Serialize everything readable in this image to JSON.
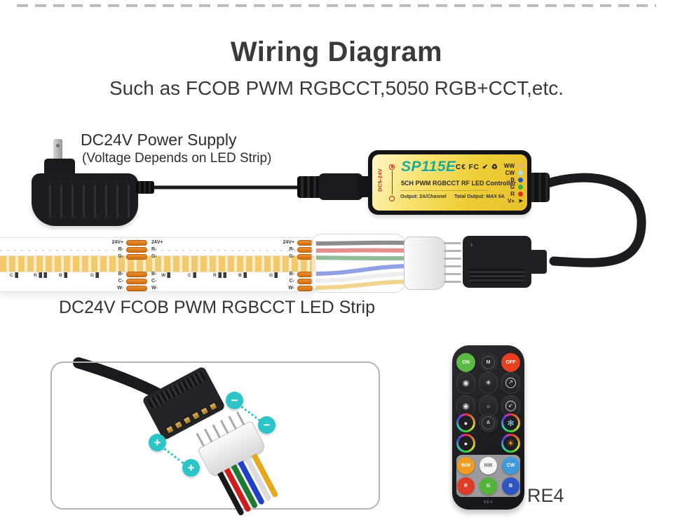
{
  "header": {
    "title": "Wiring Diagram",
    "subtitle": "Such as FCOB PWM RGBCCT,5050 RGB+CCT,etc."
  },
  "power_supply": {
    "label": "DC24V Power Supply",
    "sublabel": "(Voltage Depends on LED Strip)"
  },
  "controller": {
    "model": "SP115E",
    "model_color": "#1ca98d",
    "body_color": "#f2d648",
    "certs": [
      "C€",
      "FC",
      "✔",
      "♻"
    ],
    "name": "5CH PWM RGBCCT RF LED Controller",
    "output_left": "Output: 2A/Channel",
    "output_right": "Total Output: MAX 6A",
    "input_label": "DC5-24V",
    "vplus_icon": "▶",
    "channels": [
      {
        "label": "WW",
        "color": "#e9b77c"
      },
      {
        "label": "CW",
        "color": "#aadeee"
      },
      {
        "label": "B",
        "color": "#1e56c8"
      },
      {
        "label": "G",
        "color": "#3bae47"
      },
      {
        "label": "R",
        "color": "#e02b1f"
      },
      {
        "label": "V+",
        "color": "#111111"
      }
    ]
  },
  "strip": {
    "label": "DC24V FCOB PWM RGBCCT LED Strip",
    "top_pads": [
      "24V+",
      "R-",
      "G-"
    ],
    "bottom_pads": [
      "B-",
      "C-",
      "W-"
    ],
    "marks": [
      "C",
      "R",
      "B",
      "G",
      "W",
      "C",
      "R",
      "B",
      "G"
    ],
    "pad_color": "#dd7a1c",
    "wires": [
      {
        "name": "24V+",
        "color": "#1a1a1a"
      },
      {
        "name": "R-",
        "color": "#cf1d1d"
      },
      {
        "name": "G-",
        "color": "#1d7a2e"
      },
      {
        "name": "B-",
        "color": "#2040c8"
      },
      {
        "name": "C-",
        "color": "#dcdcdc"
      },
      {
        "name": "W-",
        "color": "#e6a81c"
      }
    ]
  },
  "detail": {
    "minus": "−",
    "plus": "+",
    "badge_color": "#2bc4c9"
  },
  "remote": {
    "name": "RE4",
    "bottom_mark": "RE4",
    "on_label": "ON",
    "off_label": "OFF",
    "on_color": "#5cb944",
    "off_color": "#e8401f",
    "icons": {
      "mode": "M",
      "mode_plus": "◉",
      "bright_plus": "☀",
      "speed_plus": "↗",
      "mode_minus": "◉",
      "bright_minus": "☼",
      "speed_minus": "↙",
      "color_warm": "●",
      "auto": "A",
      "snow": "✻",
      "color_warm2": "●",
      "sun": "☀"
    },
    "white_keys": [
      {
        "label": "WW",
        "color": "#f09c1e"
      },
      {
        "label": "NW",
        "color": "#f5f5f5"
      },
      {
        "label": "CW",
        "color": "#3e9adb"
      }
    ],
    "rgb_keys": [
      {
        "label": "R",
        "color": "#df3c28"
      },
      {
        "label": "G",
        "color": "#52b43a"
      },
      {
        "label": "B",
        "color": "#2f55c0"
      }
    ]
  }
}
